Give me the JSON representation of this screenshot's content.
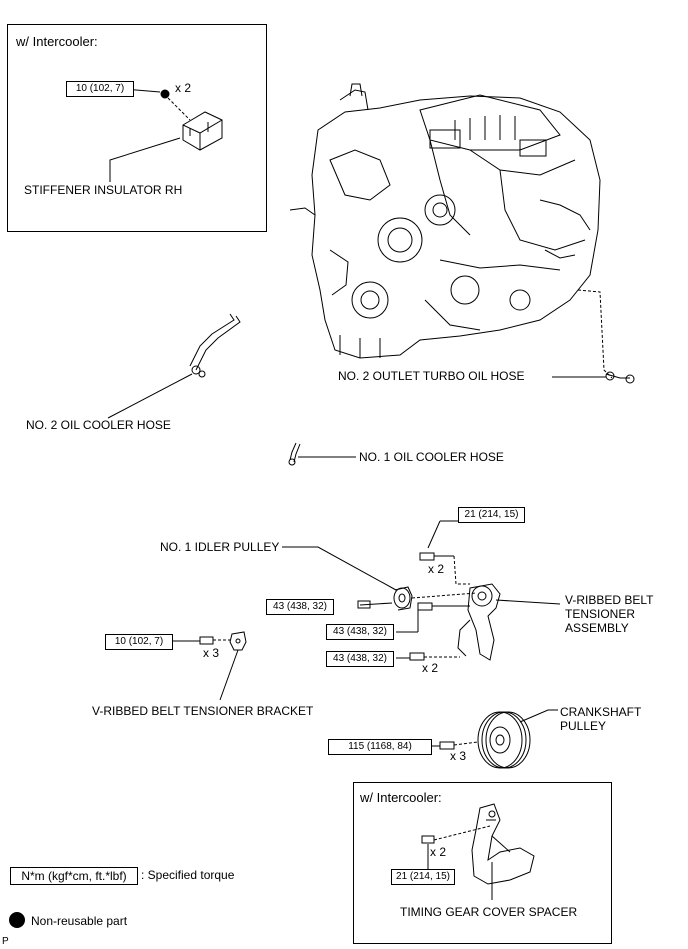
{
  "panels": {
    "top_left_title": "w/ Intercooler:",
    "bottom_right_title": "w/ Intercooler:"
  },
  "torques": {
    "stiffener": "10 (102, 7)",
    "tensioner_top": "21 (214, 15)",
    "idler_pulley": "43 (438, 32)",
    "tensioner_mid": "43 (438, 32)",
    "tensioner_low": "43 (438, 32)",
    "bracket": "10 (102, 7)",
    "crankshaft": "115 (1168, 84)",
    "spacer": "21 (214, 15)"
  },
  "quantities": {
    "stiffener": "x 2",
    "tensioner_top": "x 2",
    "tensioner_low": "x 2",
    "bracket": "x 3",
    "crankshaft": "x 3",
    "spacer": "x 2"
  },
  "parts": {
    "stiffener_insulator": "STIFFENER INSULATOR RH",
    "oil_cooler_hose_2": "NO. 2 OIL COOLER HOSE",
    "outlet_turbo_hose": "NO. 2 OUTLET TURBO OIL HOSE",
    "oil_cooler_hose_1": "NO. 1 OIL COOLER HOSE",
    "idler_pulley": "NO. 1 IDLER PULLEY",
    "tensioner_line1": "V-RIBBED BELT",
    "tensioner_line2": "TENSIONER",
    "tensioner_line3": "ASSEMBLY",
    "tensioner_bracket": "V-RIBBED BELT TENSIONER BRACKET",
    "crankshaft_line1": "CRANKSHAFT",
    "crankshaft_line2": "PULLEY",
    "timing_spacer": "TIMING GEAR COVER SPACER"
  },
  "legend": {
    "torque_unit": "N*m (kgf*cm, ft.*lbf)",
    "torque_desc": ": Specified torque",
    "nonreusable_desc": "Non-reusable part"
  },
  "corner_letter": "P"
}
